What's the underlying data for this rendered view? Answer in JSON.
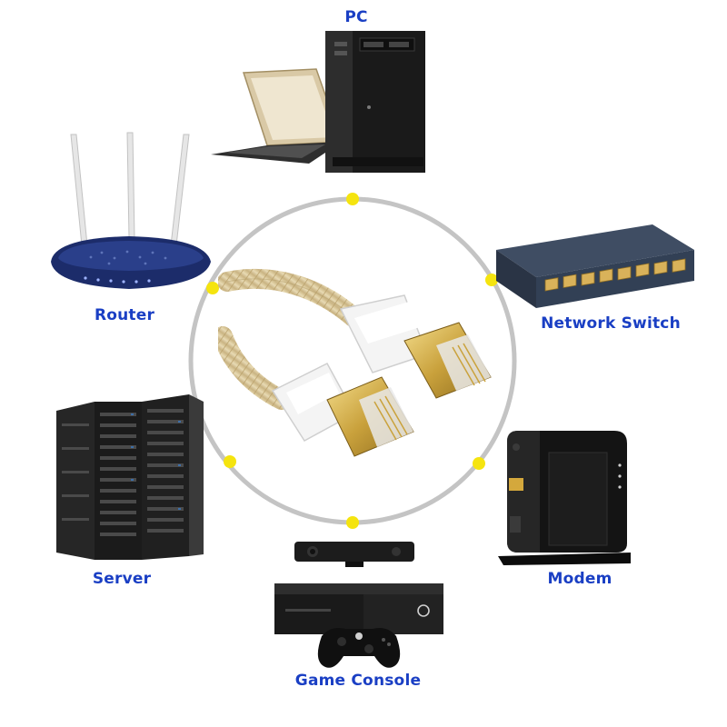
{
  "diagram": {
    "title": "",
    "center": {
      "name": "ethernet-cable",
      "color": "#d8c9a0"
    },
    "ring": {
      "color": "#bdbdbd",
      "node_color": "#f5e40f"
    },
    "label_color": "#1a3fc4",
    "devices": [
      {
        "id": "pc",
        "label": "PC",
        "icon": "pc-laptop-icon"
      },
      {
        "id": "network-switch",
        "label": "Network Switch",
        "icon": "network-switch-icon"
      },
      {
        "id": "modem",
        "label": "Modem",
        "icon": "modem-icon"
      },
      {
        "id": "game-console",
        "label": "Game Console",
        "icon": "game-console-icon"
      },
      {
        "id": "server",
        "label": "Server",
        "icon": "server-rack-icon"
      },
      {
        "id": "router",
        "label": "Router",
        "icon": "router-icon"
      }
    ]
  }
}
